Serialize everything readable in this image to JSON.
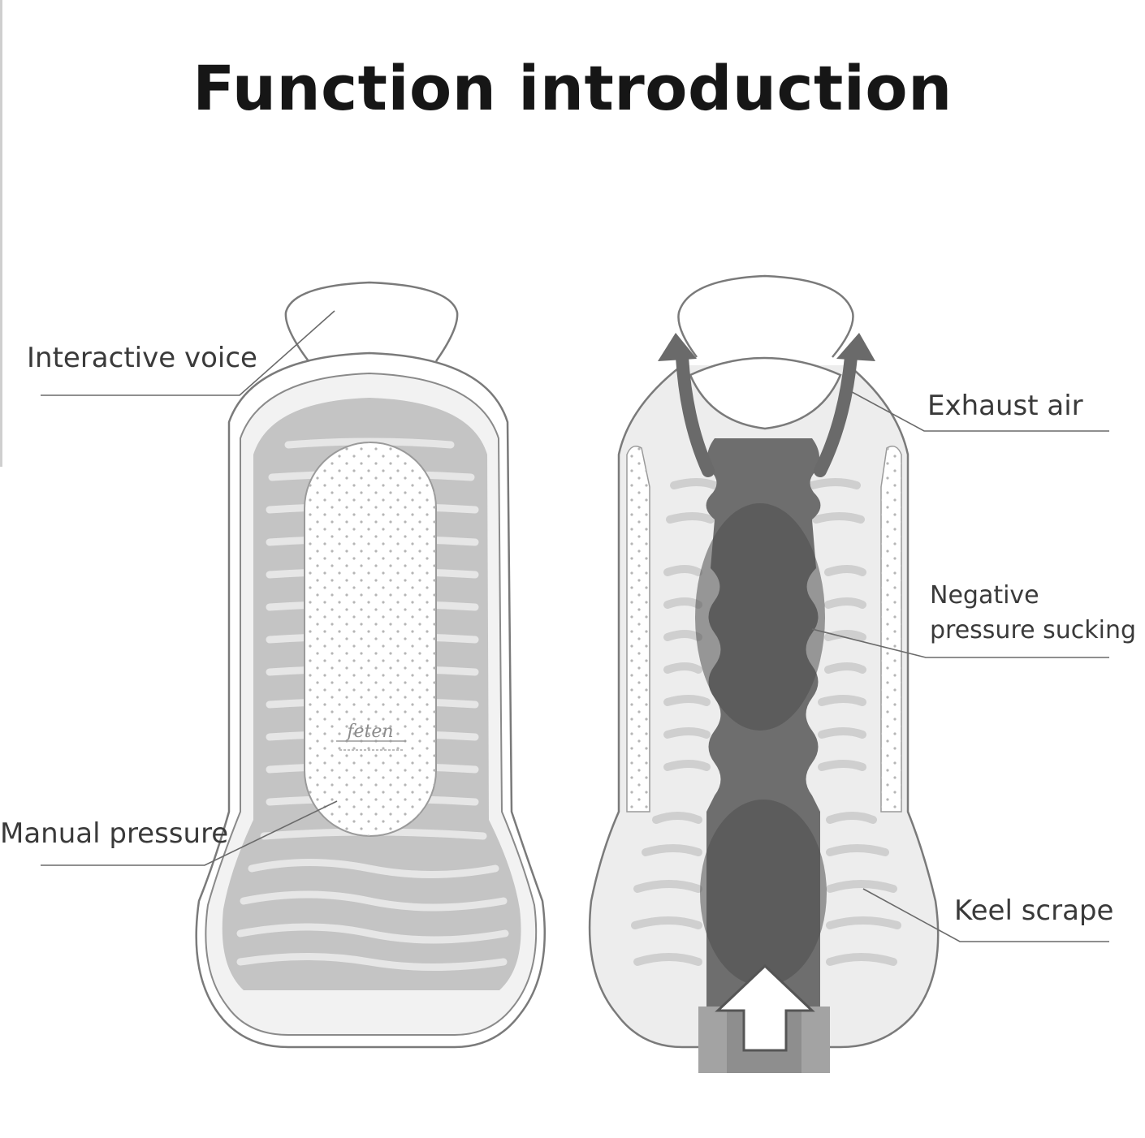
{
  "title": "Function introduction",
  "labels": {
    "interactive_voice": "Interactive voice",
    "manual_pressure": "Manual pressure",
    "exhaust_air": "Exhaust air",
    "negative_pressure_line1": "Negative",
    "negative_pressure_line2": "pressure sucking",
    "keel_scrape": "Keel scrape"
  },
  "brand_mark": "feten",
  "colors": {
    "outline": "#7a7a7a",
    "shell_fill": "#f2f2f2",
    "inner_gray": "#bdbdbd",
    "channel_gray": "#6e6e6e",
    "dark_oval": "#5a5a5a",
    "arrow_gray": "#6a6a6a"
  }
}
